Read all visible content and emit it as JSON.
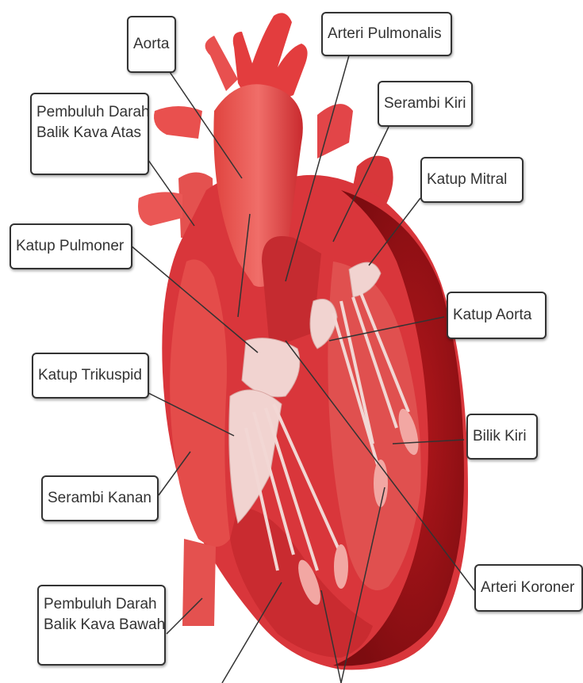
{
  "labels": {
    "aorta": "Aorta",
    "arteri_pulmonalis": "Arteri Pulmonalis",
    "serambi_kiri": "Serambi Kiri",
    "katup_mitral": "Katup Mitral",
    "vena_kava_atas_1": "Pembuluh Darah",
    "vena_kava_atas_2": "Balik Kava Atas",
    "katup_pulmoner": "Katup Pulmoner",
    "katup_aorta": "Katup Aorta",
    "katup_trikuspid": "Katup Trikuspid",
    "bilik_kiri": "Bilik Kiri",
    "serambi_kanan": "Serambi Kanan",
    "arteri_koroner": "Arteri Koroner",
    "vena_kava_bawah_1": "Pembuluh Darah",
    "vena_kava_bawah_2": "Balik Kava Bawah"
  },
  "colors": {
    "heart_main": "#d9363b",
    "heart_dark": "#9e1418",
    "heart_light": "#ef6a68",
    "valve": "#f1d3d0",
    "leader_line": "#333333"
  }
}
